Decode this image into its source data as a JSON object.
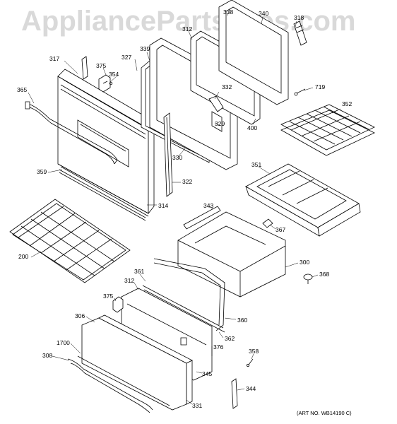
{
  "watermark": "AppliancePartsPros.com",
  "art_number": "(ART NO. WB14190 C)",
  "part_labels": {
    "p318": "318",
    "p338": "338",
    "p340": "340",
    "p312_top": "312",
    "p719": "719",
    "p317": "317",
    "p375_top": "375",
    "p354": "354",
    "p339": "339",
    "p327": "327",
    "p365": "365",
    "p332": "332",
    "p352": "352",
    "p329": "329",
    "p400": "400",
    "p330": "330",
    "p359": "359",
    "p322": "322",
    "p351": "351",
    "p343": "343",
    "p314": "314",
    "p367": "367",
    "p200": "200",
    "p300": "300",
    "p368": "368",
    "p361": "361",
    "p312_bot": "312",
    "p375_bot": "375",
    "p306": "306",
    "p360": "360",
    "p362": "362",
    "p1700": "1700",
    "p376": "376",
    "p358": "358",
    "p308": "308",
    "p345": "345",
    "p344": "344",
    "p331": "331"
  }
}
